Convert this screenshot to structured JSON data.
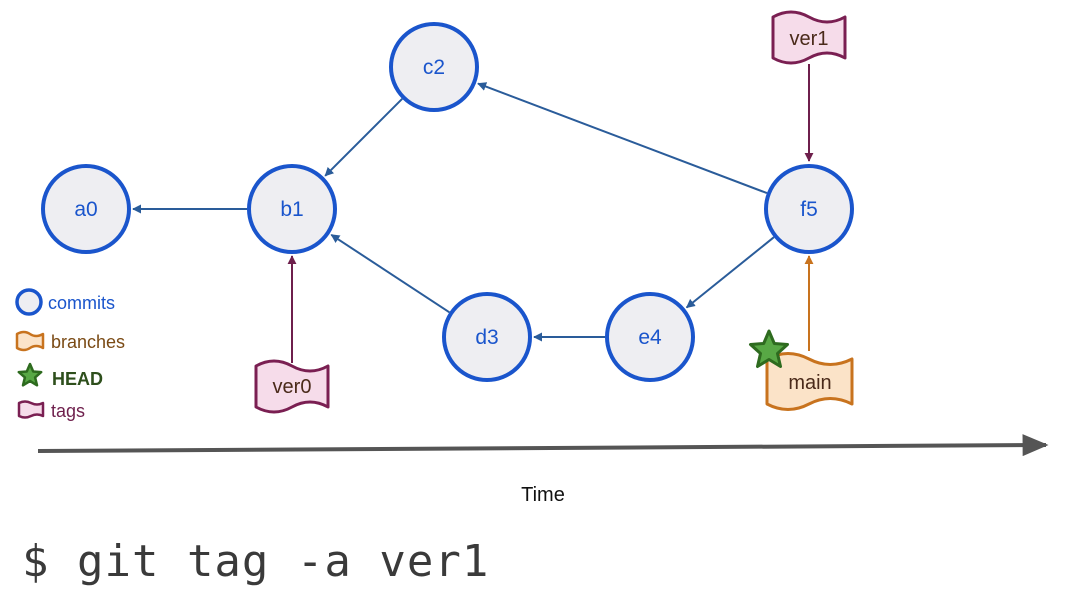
{
  "commits": [
    {
      "id": "a0",
      "label": "a0"
    },
    {
      "id": "b1",
      "label": "b1"
    },
    {
      "id": "c2",
      "label": "c2"
    },
    {
      "id": "d3",
      "label": "d3"
    },
    {
      "id": "e4",
      "label": "e4"
    },
    {
      "id": "f5",
      "label": "f5"
    }
  ],
  "edges": [
    {
      "from": "b1",
      "to": "a0"
    },
    {
      "from": "c2",
      "to": "b1"
    },
    {
      "from": "d3",
      "to": "b1"
    },
    {
      "from": "e4",
      "to": "d3"
    },
    {
      "from": "f5",
      "to": "e4"
    },
    {
      "from": "f5",
      "to": "c2"
    }
  ],
  "tags": [
    {
      "name": "ver0",
      "target": "b1"
    },
    {
      "name": "ver1",
      "target": "f5"
    }
  ],
  "branches": [
    {
      "name": "main",
      "target": "f5",
      "is_head": true
    }
  ],
  "legend": {
    "commits": "commits",
    "branches": "branches",
    "head": "HEAD",
    "tags": "tags"
  },
  "axis": {
    "label": "Time"
  },
  "command": "$ git tag -a ver1",
  "colors": {
    "commit_stroke": "#1a55cc",
    "commit_fill": "#eeeef2",
    "commit_text": "#1a55cc",
    "edge": "#2a5c9a",
    "tag_stroke": "#7a1f52",
    "tag_fill": "#f6dcea",
    "tag_arrow": "#6e1f4c",
    "branch_stroke": "#c8731e",
    "branch_fill": "#fbe3c8",
    "branch_arrow": "#c8731e",
    "branch_text": "#7a4a14",
    "head_stroke": "#2e6b1f",
    "head_fill": "#58a845",
    "head_text": "#2e4f1c",
    "tags_text": "#6e1f4c",
    "time_axis": "#555555"
  }
}
